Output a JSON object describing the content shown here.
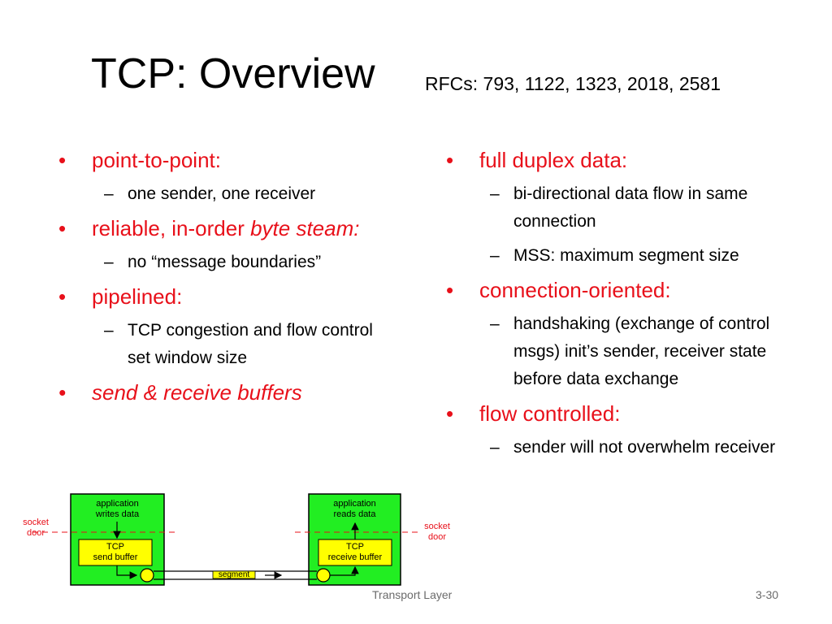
{
  "title": "TCP: Overview",
  "subtitle": "RFCs: 793, 1122, 1323, 2018, 2581",
  "left": {
    "b1": "point-to-point:",
    "b1_sub1": "one sender, one receiver",
    "b2_part1": "reliable, in-order ",
    "b2_part2": "byte steam:",
    "b2_sub1": "no “message boundaries”",
    "b3": "pipelined:",
    "b3_sub1": "TCP congestion and flow control set window size",
    "b4": "send & receive buffers"
  },
  "right": {
    "b1": "full duplex data:",
    "b1_sub1": "bi-directional data flow in same connection",
    "b1_sub2": "MSS: maximum segment size",
    "b2": "connection-oriented:",
    "b2_sub1": "handshaking (exchange of control msgs) init’s sender, receiver state before data exchange",
    "b3": "flow controlled:",
    "b3_sub1": "sender will not overwhelm receiver"
  },
  "diagram": {
    "left_socket_line1": "socket",
    "left_socket_line2": "door",
    "left_app_line1": "application",
    "left_app_line2": "writes data",
    "left_buffer_line1": "TCP",
    "left_buffer_line2": "send buffer",
    "segment_label": "segment",
    "right_app_line1": "application",
    "right_app_line2": "reads data",
    "right_buffer_line1": "TCP",
    "right_buffer_line2": "receive buffer",
    "right_socket_line1": "socket",
    "right_socket_line2": "door",
    "colors": {
      "host_fill": "#22ee22",
      "buffer_fill": "#ffff00",
      "label_red": "#e8101a"
    }
  },
  "footer": {
    "center": "Transport Layer",
    "page": "3-30"
  }
}
